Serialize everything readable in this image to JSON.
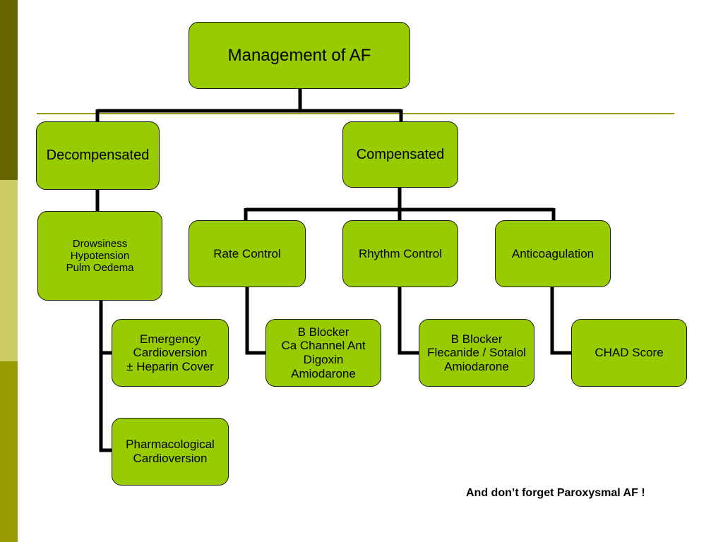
{
  "colors": {
    "sidebar_top": "#666600",
    "sidebar_middle": "#cccc66",
    "sidebar_bottom": "#999900",
    "header_rule": "#999900",
    "node_fill": "#99cc00",
    "connector": "#000000"
  },
  "diagram": {
    "root": "Management of AF",
    "decompensated": {
      "label": "Decompensated",
      "symptoms": [
        "Drowsiness",
        "Hypotension",
        "Pulm Oedema"
      ],
      "emergency": [
        "Emergency",
        "Cardioversion",
        "± Heparin Cover"
      ],
      "pharmacological": [
        "Pharmacological",
        "Cardioversion"
      ]
    },
    "compensated": {
      "label": "Compensated",
      "rate_control": {
        "label": "Rate Control",
        "items": [
          "B Blocker",
          "Ca Channel Ant",
          "Digoxin",
          "Amiodarone"
        ]
      },
      "rhythm_control": {
        "label": "Rhythm Control",
        "items": [
          "B Blocker",
          "Flecanide / Sotalol",
          "Amiodarone"
        ]
      },
      "anticoagulation": {
        "label": "Anticoagulation",
        "items": [
          "CHAD Score"
        ]
      }
    }
  },
  "footnote": "And don’t forget Paroxysmal AF !"
}
